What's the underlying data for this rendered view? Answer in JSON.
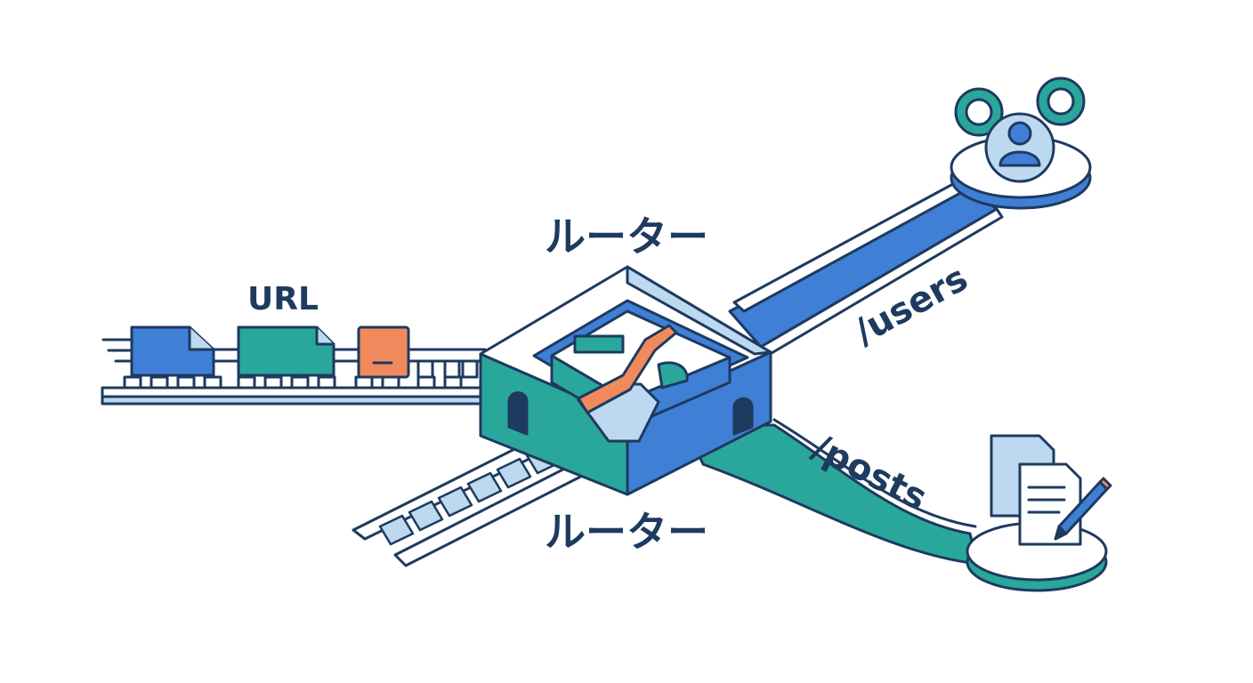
{
  "labels": {
    "url": "URL",
    "router_top": "ルーター",
    "router_bottom": "ルーター",
    "route_users": "/users",
    "route_posts": "/posts"
  },
  "colors": {
    "outline": "#1e3a5f",
    "blue": "#3f7fd6",
    "teal": "#2aa79b",
    "orange": "#f08a5d",
    "light_blue": "#bcd9f0",
    "white": "#ffffff"
  },
  "icons": {
    "users_node": "users-group-icon",
    "posts_node": "documents-pencil-icon"
  }
}
